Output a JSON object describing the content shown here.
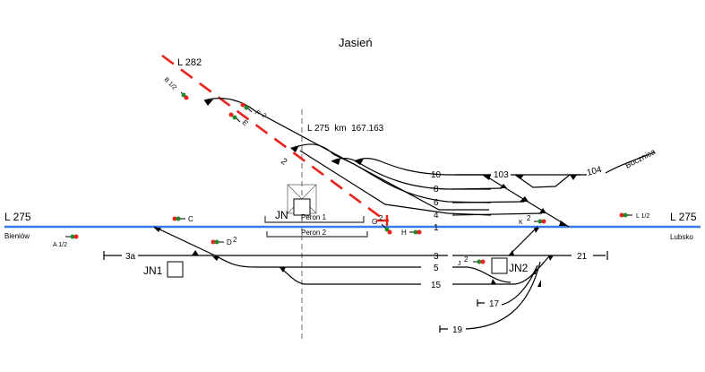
{
  "title": "Jasień",
  "colors": {
    "main_line": "#3a7ae8",
    "closed_line": "#e8231c",
    "signal_red": "#e8231c",
    "signal_green": "#1f8a2e",
    "track": "#000000"
  },
  "lines": {
    "l282": "L 282",
    "l275_left": "L 275",
    "l275_right": "L 275",
    "km_marker": "L 275  km  167.163",
    "dir_left": "Bieniów",
    "dir_right": "Lubsko",
    "siding": "Bocznica"
  },
  "tracks": {
    "t10": "10",
    "t8": "8",
    "t6": "6",
    "t4": "4",
    "t1": "1",
    "t3": "3",
    "t5": "5",
    "t15": "15",
    "t3a": "3a",
    "t21": "21",
    "t17": "17",
    "t19": "19",
    "t103": "103",
    "t104": "104",
    "t2": "2"
  },
  "platforms": {
    "p1": "Peron 1",
    "p2": "Peron 2"
  },
  "posts": {
    "jn": "JN",
    "jn1": "JN1",
    "jn2": "JN2"
  },
  "signals": {
    "a": "A 1/2",
    "b": "B 1/2",
    "c": "C",
    "d": "D",
    "d_sup": "2",
    "e": "E",
    "f": "F",
    "f_sup": "2",
    "g": "G",
    "g_sup": "2",
    "h": "H",
    "j": "J",
    "j_sup": "2",
    "k": "K",
    "k_sup": "2",
    "l": "L 1/2"
  }
}
